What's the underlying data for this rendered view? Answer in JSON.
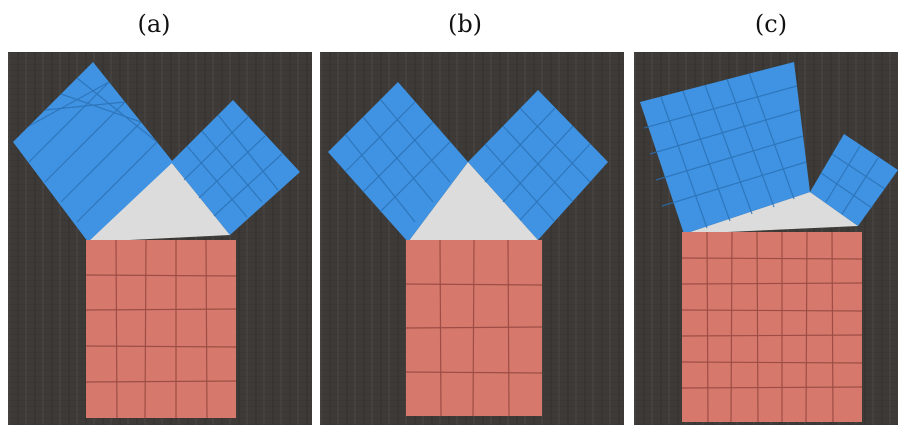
{
  "panels": [
    {
      "label": "(a)"
    },
    {
      "label": "(b)"
    },
    {
      "label": "(c)"
    }
  ],
  "colors": {
    "blue_square": "#3f93e2",
    "blue_grid": "#2a6fb3",
    "red_square": "#d6796c",
    "red_grid": "#8a3f38",
    "triangle": "#dcdcdc",
    "table": "#3d3a37"
  }
}
